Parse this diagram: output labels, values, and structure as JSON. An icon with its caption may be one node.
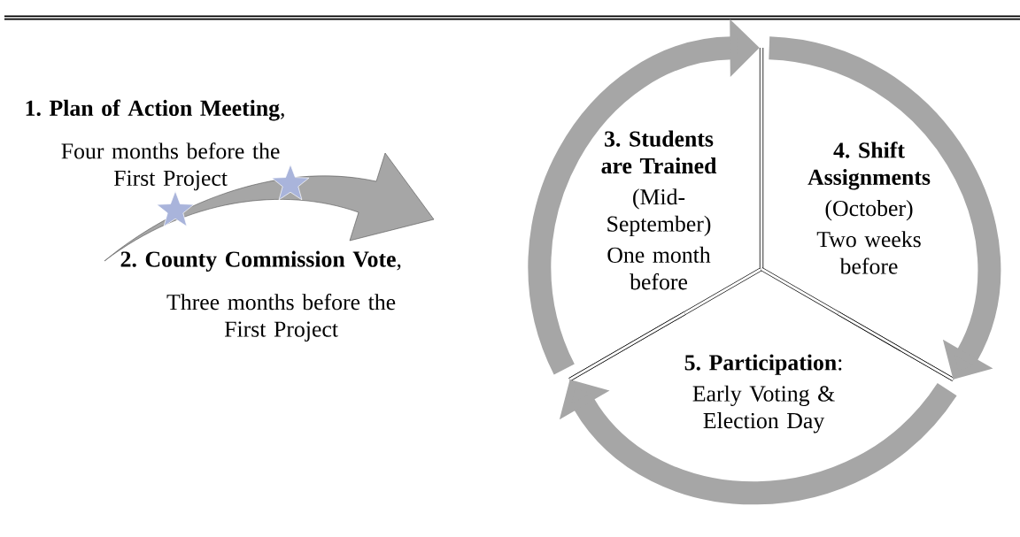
{
  "diagram": {
    "nodes": [
      {
        "text": [
          "**1. Plan of Action Meeting**,",
          "Four months before the First Project"
        ]
      },
      {
        "text": [
          "**2. County Commission Vote**,",
          "Three months before the First Project"
        ]
      },
      {
        "text": [
          "3. Students are Trained",
          "(Mid-September)",
          "One month before"
        ]
      },
      {
        "text": [
          "4. Shift Assignments",
          "(October)",
          "Two weeks before"
        ]
      },
      {
        "text": [
          "**5. Participation**:",
          "Early Voting & Election Day"
        ]
      },
      {
        "text": [],
        "shape": "arrow"
      }
    ],
    "edges": [
      {
        "from": 2,
        "to": 3,
        "arrow": "to"
      },
      {
        "from": 3,
        "to": 4,
        "arrow": "to"
      },
      {
        "from": 4,
        "to": 2,
        "arrow": "to"
      }
    ]
  }
}
